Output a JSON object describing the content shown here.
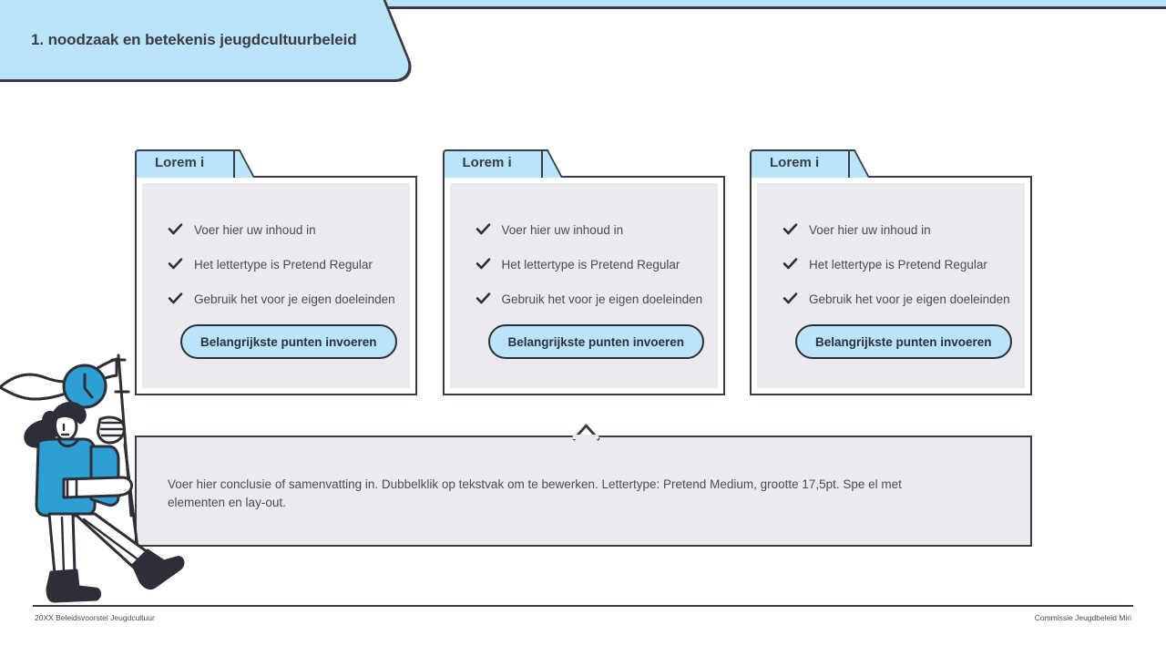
{
  "header": {
    "title": "1. noodzaak en betekenis jeugdcultuurbeleid",
    "band_color": "#b9e4fa",
    "outline_color": "#3b3b45"
  },
  "theme": {
    "accent_light_blue": "#b9e4fa",
    "accent_blue": "#2e9fd4",
    "panel_gray": "#ebebef",
    "outline": "#3b3b45",
    "text": "#4a4a55"
  },
  "cards": [
    {
      "tab_label": "Lorem i",
      "bullets": [
        "Voer hier uw inhoud in",
        "Het lettertype is Pretend Regular",
        "Gebruik het voor je eigen doeleinden"
      ],
      "button_label": "Belangrijkste punten invoeren"
    },
    {
      "tab_label": "Lorem i",
      "bullets": [
        "Voer hier uw inhoud in",
        "Het lettertype is Pretend Regular",
        "Gebruik het voor je eigen doeleinden"
      ],
      "button_label": "Belangrijkste punten invoeren"
    },
    {
      "tab_label": "Lorem i",
      "bullets": [
        "Voer hier uw inhoud in",
        "Het lettertype is Pretend Regular",
        "Gebruik het voor je eigen doeleinden"
      ],
      "button_label": "Belangrijkste punten invoeren"
    }
  ],
  "conclusion": {
    "text": "Voer hier conclusie of samenvatting in. Dubbelklik op tekstvak om te bewerken. Lettertype: Pretend Medium, grootte 17,5pt. Spe el met elementen en lay-out."
  },
  "footer": {
    "left": "20XX Beleidsvoorstel Jeugdcultuur",
    "right": "Commissie Jeugdbeleid Miri"
  },
  "illustration": {
    "name": "person-climbing-flagpole-with-clock"
  }
}
